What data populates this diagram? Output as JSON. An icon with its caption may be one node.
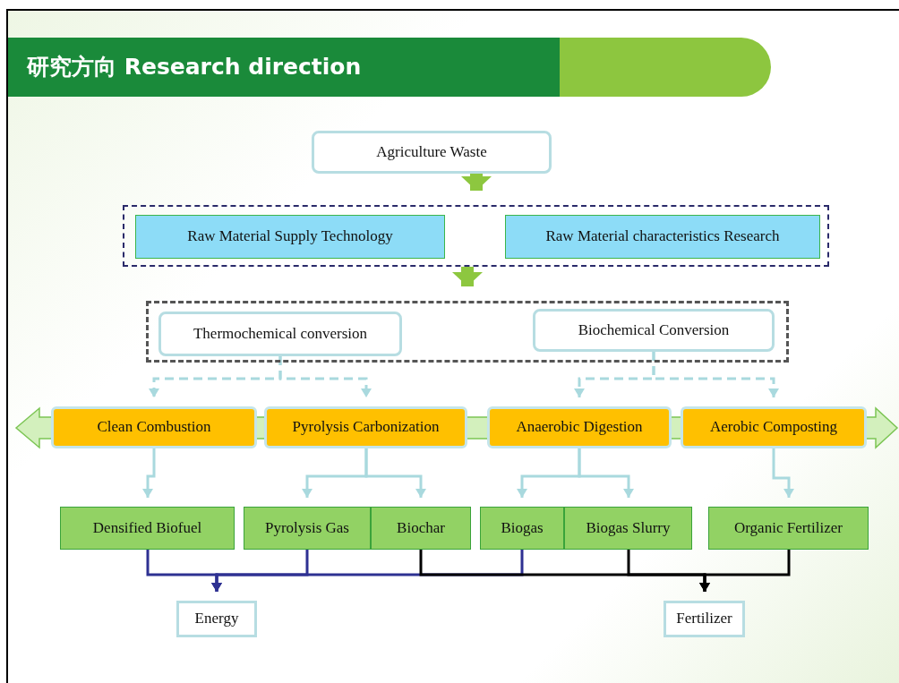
{
  "diagram": {
    "title": "研究方向 Research direction",
    "nodes": [
      {
        "text": [
          "Agriculture Waste"
        ]
      },
      {
        "text": [],
        "shape": "box"
      },
      {
        "text": [
          "Raw Material Supply Technology"
        ],
        "in": 1
      },
      {
        "text": [
          "Raw Material characteristics Research"
        ],
        "in": 1
      },
      {
        "text": [],
        "shape": "box"
      },
      {
        "text": [
          "Thermochemical conversion"
        ],
        "in": 4
      },
      {
        "text": [
          "Biochemical Conversion"
        ],
        "in": 4
      },
      {
        "text": [
          "Clean Combustion"
        ]
      },
      {
        "text": [
          "Pyrolysis Carbonization"
        ]
      },
      {
        "text": [
          "Anaerobic Digestion"
        ]
      },
      {
        "text": [
          "Aerobic Composting"
        ]
      },
      {
        "text": [
          "Densified Biofuel"
        ]
      },
      {
        "text": [
          "Pyrolysis Gas"
        ]
      },
      {
        "text": [
          "Biochar"
        ]
      },
      {
        "text": [
          "Biogas"
        ]
      },
      {
        "text": [
          "Biogas Slurry"
        ]
      },
      {
        "text": [
          "Organic Fertilizer"
        ]
      },
      {
        "text": [
          "Energy"
        ]
      },
      {
        "text": [
          "Fertilizer"
        ]
      }
    ],
    "edges": [
      {
        "from": 0,
        "to": 1,
        "arrow": "to",
        "style": "thick",
        "color": "#8dc73f"
      },
      {
        "from": 1,
        "to": 4,
        "arrow": "to",
        "style": "thick",
        "color": "#8dc73f"
      },
      {
        "from": 5,
        "to": 7,
        "arrow": "to",
        "style": "dashed"
      },
      {
        "from": 5,
        "to": 8,
        "arrow": "to",
        "style": "dashed"
      },
      {
        "from": 6,
        "to": 9,
        "arrow": "to",
        "style": "dashed"
      },
      {
        "from": 6,
        "to": 10,
        "arrow": "to",
        "style": "dashed"
      },
      {
        "from": 7,
        "to": 11,
        "arrow": "to"
      },
      {
        "from": 8,
        "to": 12,
        "arrow": "to"
      },
      {
        "from": 8,
        "to": 13,
        "arrow": "to"
      },
      {
        "from": 9,
        "to": 14,
        "arrow": "to"
      },
      {
        "from": 9,
        "to": 15,
        "arrow": "to"
      },
      {
        "from": 10,
        "to": 16,
        "arrow": "to"
      },
      {
        "from": 11,
        "to": 17,
        "arrow": "to",
        "color": "#2e3192"
      },
      {
        "from": 12,
        "to": 17,
        "arrow": "to",
        "color": "#2e3192"
      },
      {
        "from": 14,
        "to": 17,
        "arrow": "to",
        "color": "#2e3192"
      },
      {
        "from": 13,
        "to": 18,
        "arrow": "to",
        "color": "#000000"
      },
      {
        "from": 15,
        "to": 18,
        "arrow": "to",
        "color": "#000000"
      },
      {
        "from": 16,
        "to": 18,
        "arrow": "to",
        "color": "#000000"
      }
    ]
  }
}
